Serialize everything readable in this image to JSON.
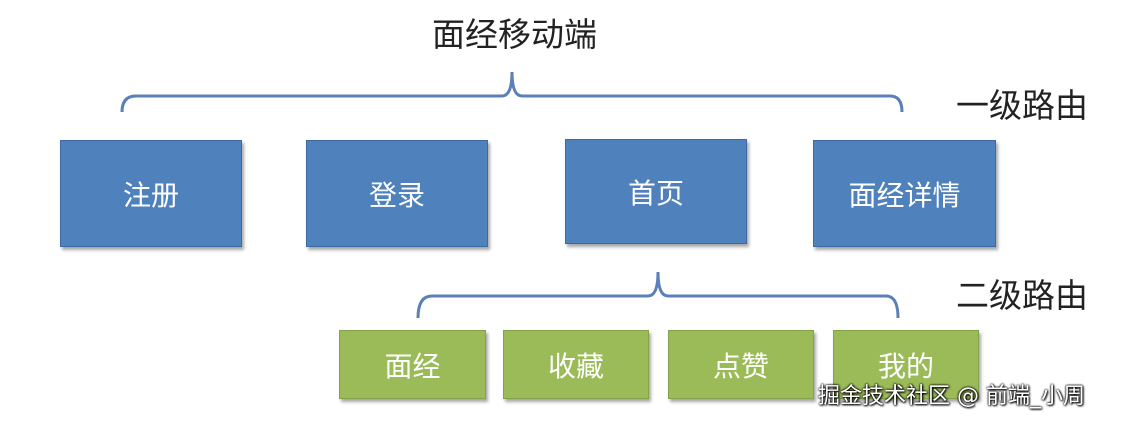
{
  "title": "面经移动端",
  "levels": {
    "first": "一级路由",
    "second": "二级路由"
  },
  "first_level_routes": [
    "注册",
    "登录",
    "首页",
    "面经详情"
  ],
  "second_level_routes": [
    "面经",
    "收藏",
    "点赞",
    "我的"
  ],
  "watermark": "掘金技术社区 @ 前端_小周",
  "colors": {
    "first_level_box": "#4f81bd",
    "second_level_box": "#9bbb59",
    "brace": "#5b7fb8"
  }
}
